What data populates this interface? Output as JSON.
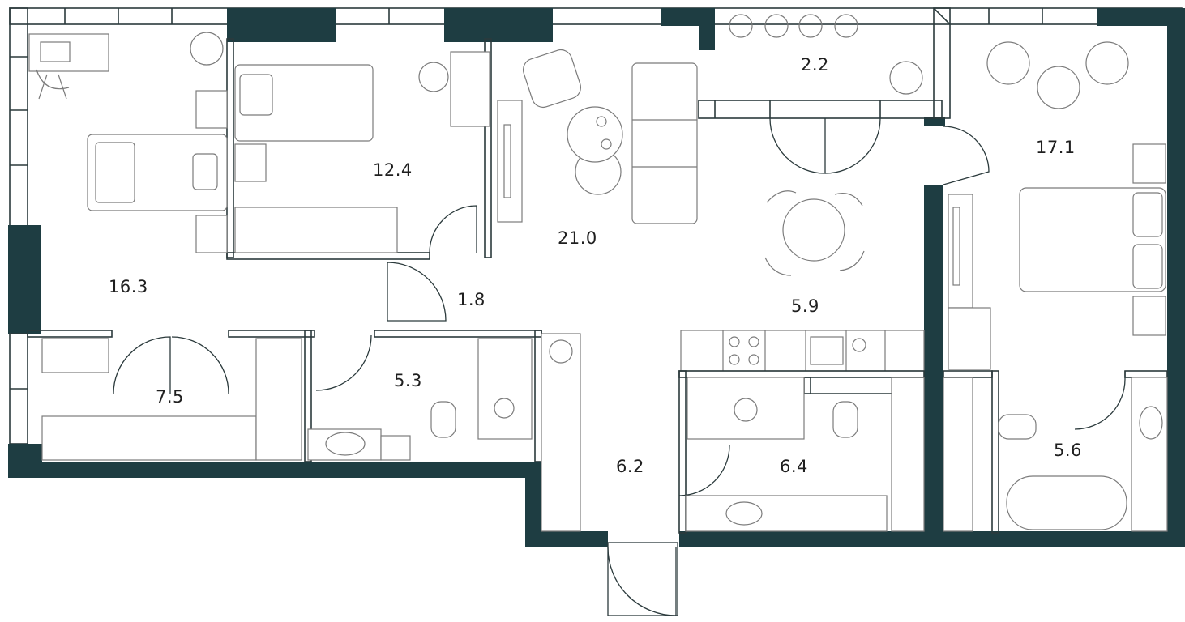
{
  "plan": {
    "wall_color": "#1e3d42",
    "rooms": [
      {
        "key": "bedroom_left",
        "area": "16.3"
      },
      {
        "key": "bedroom_kids",
        "area": "12.4"
      },
      {
        "key": "living",
        "area": "21.0"
      },
      {
        "key": "balcony",
        "area": "2.2"
      },
      {
        "key": "bedroom_master",
        "area": "17.1"
      },
      {
        "key": "corridor",
        "area": "1.8"
      },
      {
        "key": "kitchen",
        "area": "5.9"
      },
      {
        "key": "wardrobe",
        "area": "7.5"
      },
      {
        "key": "bathroom_left",
        "area": "5.3"
      },
      {
        "key": "hall",
        "area": "6.2"
      },
      {
        "key": "bathroom_center",
        "area": "6.4"
      },
      {
        "key": "bathroom_master",
        "area": "5.6"
      }
    ]
  }
}
